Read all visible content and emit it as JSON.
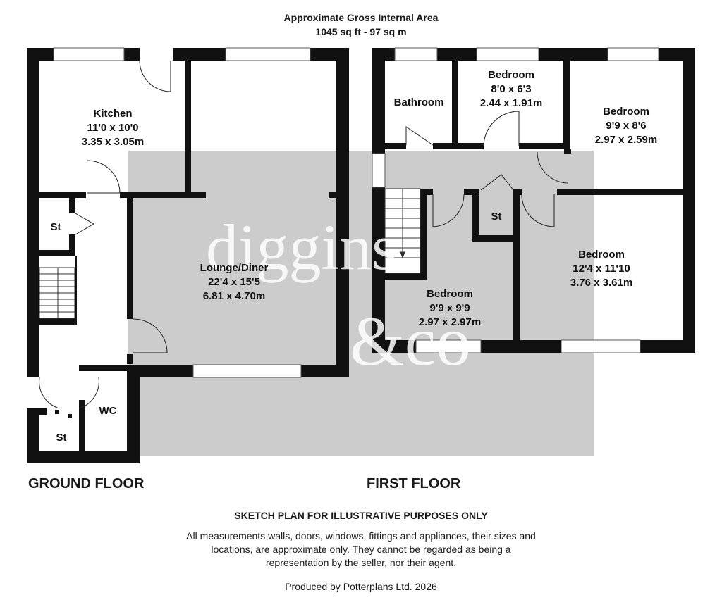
{
  "header": {
    "title": "Approximate Gross Internal Area",
    "area": "1045 sq ft - 97 sq m"
  },
  "watermark": {
    "name": "diggins",
    "suffix": "&co",
    "accent_color": "#cfe2f3"
  },
  "floors": {
    "ground": {
      "label": "GROUND FLOOR"
    },
    "first": {
      "label": "FIRST FLOOR"
    }
  },
  "rooms": {
    "kitchen": {
      "name": "Kitchen",
      "imperial": "11'0 x 10'0",
      "metric": "3.35 x 3.05m"
    },
    "lounge": {
      "name": "Lounge/Diner",
      "imperial": "22'4 x 15'5",
      "metric": "6.81 x 4.70m"
    },
    "st_ground_upper": {
      "name": "St"
    },
    "st_ground_lower": {
      "name": "St"
    },
    "wc": {
      "name": "WC"
    },
    "bathroom": {
      "name": "Bathroom"
    },
    "bedroom_small": {
      "name": "Bedroom",
      "imperial": "8'0 x 6'3",
      "metric": "2.44 x 1.91m"
    },
    "bedroom_right_top": {
      "name": "Bedroom",
      "imperial": "9'9 x 8'6",
      "metric": "2.97 x 2.59m"
    },
    "st_first": {
      "name": "St"
    },
    "bedroom_right_bottom": {
      "name": "Bedroom",
      "imperial": "12'4 x 11'10",
      "metric": "3.76 x 3.61m"
    },
    "bedroom_left_bottom": {
      "name": "Bedroom",
      "imperial": "9'9 x 9'9",
      "metric": "2.97 x 2.97m"
    }
  },
  "footer": {
    "disclaimer_title": "SKETCH PLAN FOR ILLUSTRATIVE PURPOSES ONLY",
    "disclaimer": "All measurements walls, doors, windows, fittings and appliances, their sizes and locations, are approximate only. They cannot be regarded as being a representation by the seller, nor their agent.",
    "credit": "Produced by Potterplans Ltd. 2026"
  }
}
